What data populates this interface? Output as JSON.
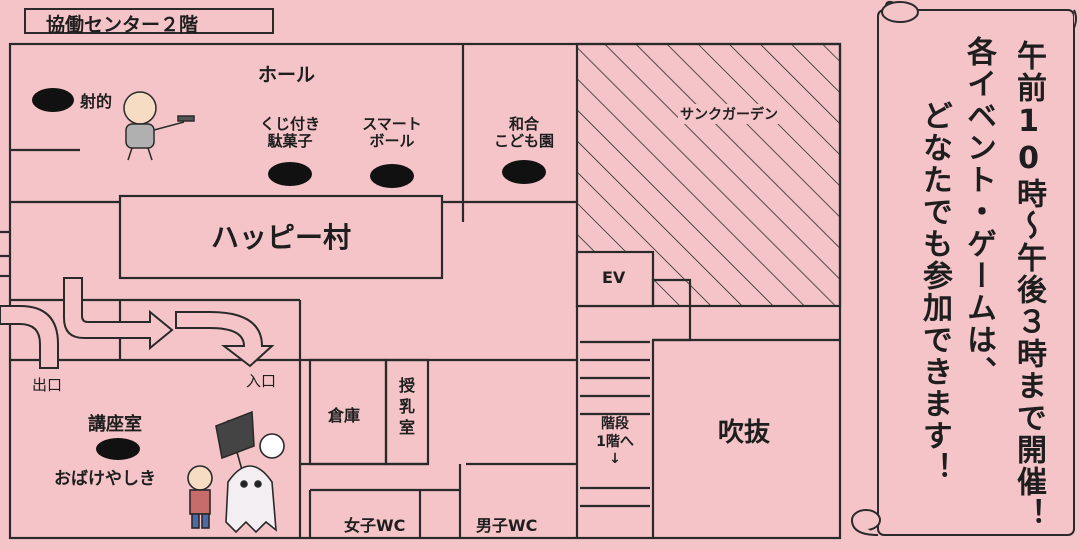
{
  "map": {
    "floor_title": "協働センター２階",
    "rooms": {
      "hall": "ホール",
      "happy_village": "ハッピー村",
      "sunk_garden": "サンクガーデン",
      "ev": "EV",
      "storage": "倉庫",
      "nursing_room": "授\n乳\n室",
      "stairs": "階段\n1階へ\n↓",
      "atrium": "吹抜",
      "lecture_room": "講座室",
      "women_wc": "女子WC",
      "men_wc": "男子WC"
    },
    "events": {
      "shooting": "射的",
      "lottery_candy": "くじ付き\n駄菓子",
      "smart_ball": "スマート\nボール",
      "wago_kindergarten": "和合\nこども園",
      "haunted_house": "おばけやしき"
    },
    "labels": {
      "exit": "出口",
      "entrance": "入口"
    }
  },
  "scroll": {
    "line1": "午前10時〜午後３時まで開催！",
    "line2": "各イベント・ゲームは、",
    "line3": "どなたでも参加できます！"
  }
}
